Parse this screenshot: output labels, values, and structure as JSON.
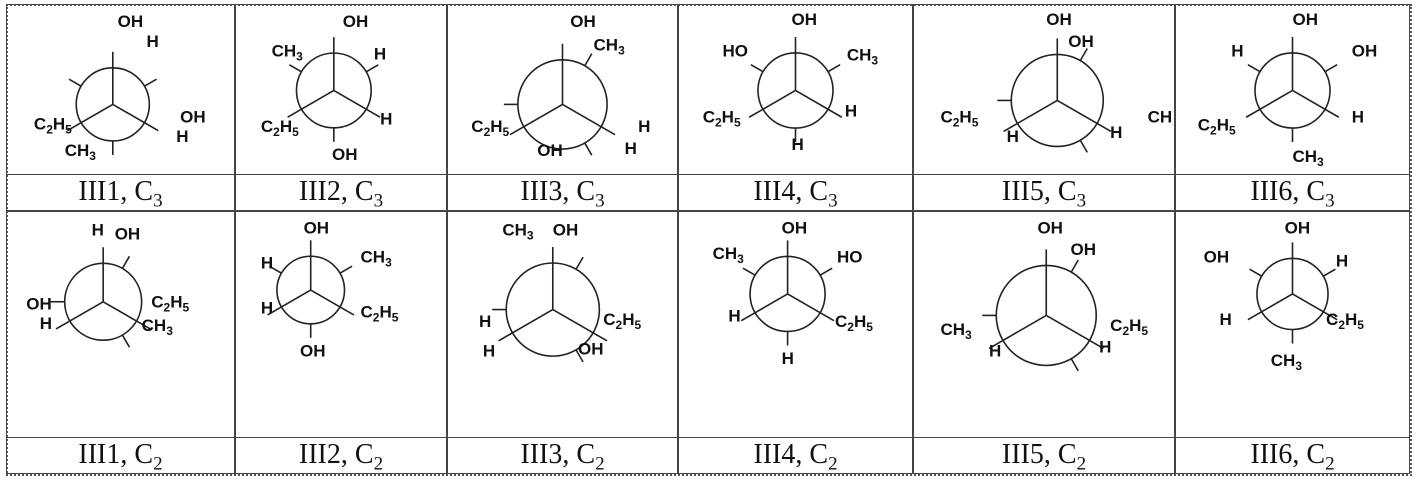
{
  "rows": [
    {
      "cells": [
        {
          "caption": "III1, C3",
          "conformer": "III1",
          "group": "C",
          "sub": "3"
        },
        {
          "caption": "III2, C3",
          "conformer": "III2",
          "group": "C",
          "sub": "3"
        },
        {
          "caption": "III3, C3",
          "conformer": "III3",
          "group": "C",
          "sub": "3"
        },
        {
          "caption": "III4, C3",
          "conformer": "III4",
          "group": "C",
          "sub": "3"
        },
        {
          "caption": "III5, C3",
          "conformer": "III5",
          "group": "C",
          "sub": "3"
        },
        {
          "caption": "III6, C3",
          "conformer": "III6",
          "group": "C",
          "sub": "3"
        }
      ]
    },
    {
      "cells": [
        {
          "caption": "III1, C2",
          "conformer": "III1",
          "group": "C",
          "sub": "2"
        },
        {
          "caption": "III2, C2",
          "conformer": "III2",
          "group": "C",
          "sub": "2"
        },
        {
          "caption": "III3, C2",
          "conformer": "III3",
          "group": "C",
          "sub": "2"
        },
        {
          "caption": "III4, C2",
          "conformer": "III4",
          "group": "C",
          "sub": "2"
        },
        {
          "caption": "III5, C2",
          "conformer": "III5",
          "group": "C",
          "sub": "2"
        },
        {
          "caption": "III6, C2",
          "conformer": "III6",
          "group": "C",
          "sub": "2"
        }
      ]
    }
  ],
  "labels": {
    "oh": "OH",
    "ho": "HO",
    "h": "H",
    "ch": "CH",
    "c": "C",
    "hx": "H",
    "three": "3",
    "two": "2",
    "five": "5"
  }
}
